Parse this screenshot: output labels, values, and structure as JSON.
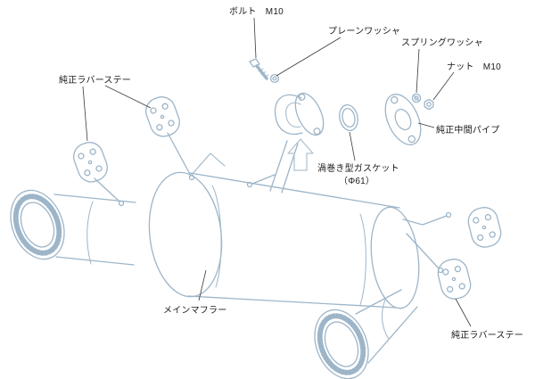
{
  "diagram": {
    "kind": "exhaust-system-installation-diagram",
    "colors": {
      "background": "#ffffff",
      "line_art": "#9db5c8",
      "arrow": "#b3c2cf",
      "leader": "#3a3a3a",
      "text": "#1a1a1a"
    },
    "labels": {
      "bolt": "ボルト　M10",
      "plain_washer": "プレーンワッシャ",
      "spring_washer": "スプリングワッシャ",
      "nut": "ナット　M10",
      "oem_mid_pipe": "純正中間パイプ",
      "gasket_name": "渦巻き型ガスケット",
      "gasket_size": "（Φ61）",
      "oem_rubber_stay_upper_left": "純正ラバーステー",
      "oem_rubber_stay_lower_right": "純正ラバーステー",
      "main_muffler": "メインマフラー"
    }
  }
}
